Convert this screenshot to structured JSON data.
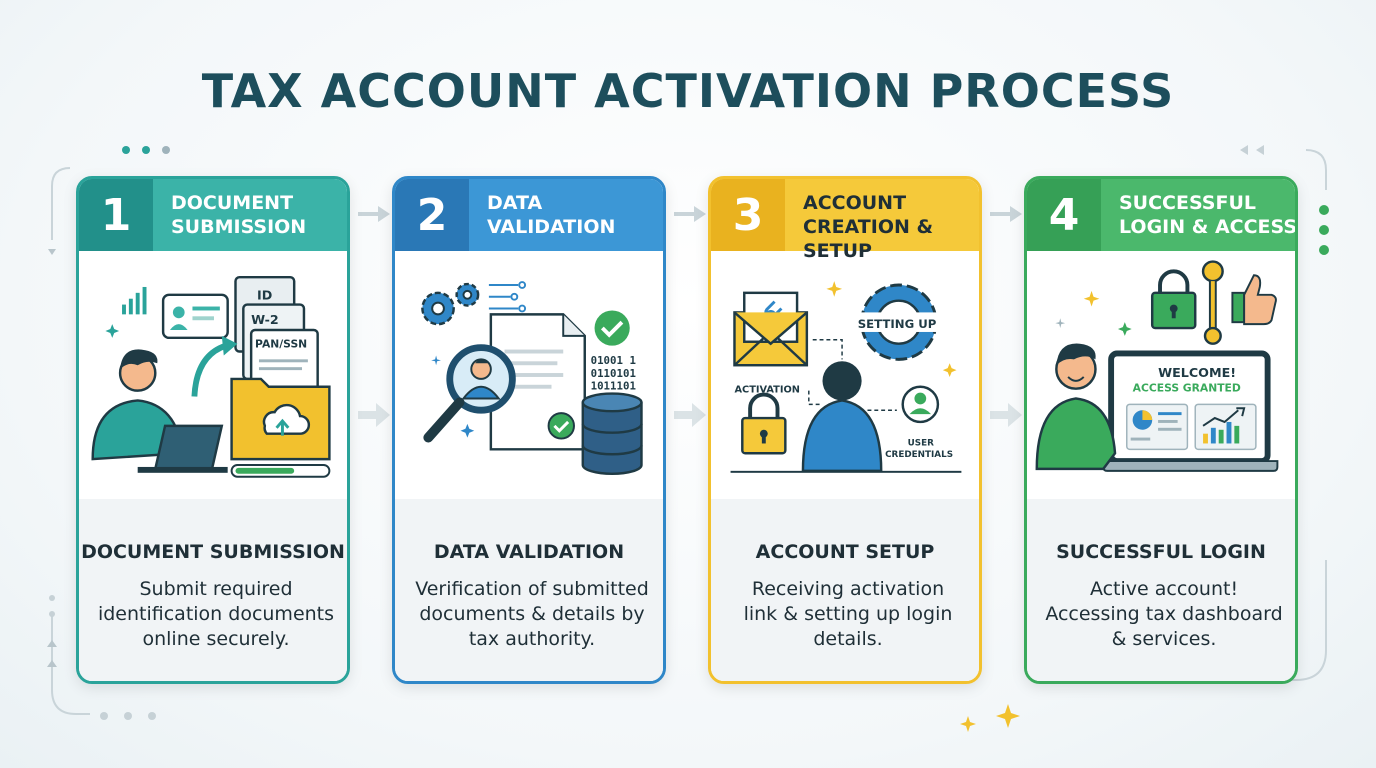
{
  "title": "TAX ACCOUNT ACTIVATION PROCESS",
  "colors": {
    "teal": "#2aa39a",
    "blue": "#2f87c8",
    "yellow": "#f2c12e",
    "green": "#3aaa5c",
    "title": "#1d4e5c"
  },
  "steps": [
    {
      "number": "1",
      "header": [
        "DOCUMENT",
        "SUBMISSION"
      ],
      "labels": [
        "ID",
        "W-2",
        "PAN/SSN"
      ],
      "subtitle": "DOCUMENT SUBMISSION",
      "description": [
        "Submit required",
        "identification documents",
        "online securely."
      ]
    },
    {
      "number": "2",
      "header": [
        "DATA",
        "VALIDATION"
      ],
      "labels": [
        "01001 1",
        "0110101",
        "1011101"
      ],
      "subtitle": "DATA VALIDATION",
      "description": [
        "Verification of submitted",
        "documents & details by",
        "tax authority."
      ]
    },
    {
      "number": "3",
      "header": [
        "ACCOUNT",
        "CREATION & SETUP"
      ],
      "labels": [
        "SETTING UP",
        "ACTIVATION",
        "USER",
        "CREDENTIALS"
      ],
      "subtitle": "ACCOUNT SETUP",
      "description": [
        "Receiving activation",
        "link & setting up login",
        "details."
      ]
    },
    {
      "number": "4",
      "header": [
        "SUCCESSFUL",
        "LOGIN & ACCESS"
      ],
      "labels": [
        "WELCOME!",
        "ACCESS GRANTED"
      ],
      "subtitle": "SUCCESSFUL LOGIN",
      "description": [
        "Active account!",
        "Accessing tax dashboard",
        "& services."
      ]
    }
  ]
}
